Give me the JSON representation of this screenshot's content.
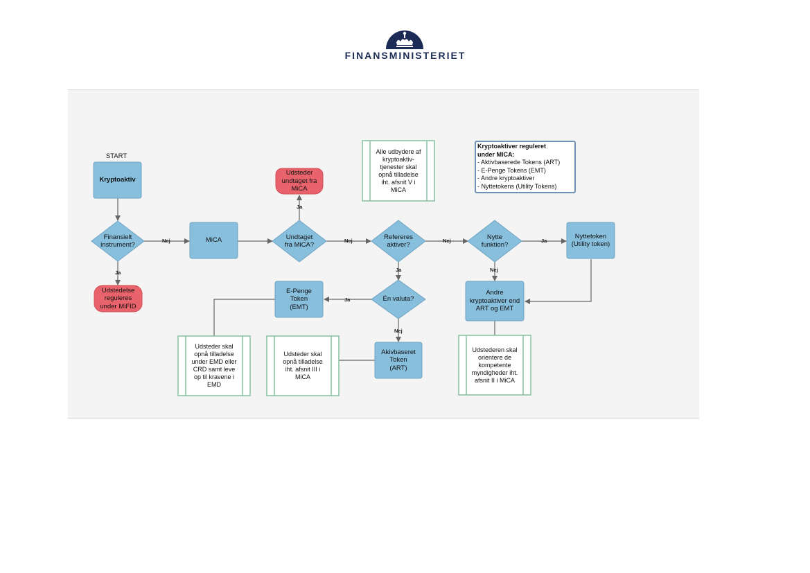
{
  "header": {
    "logo_text": "FINANSMINISTERIET"
  },
  "start_label": "START",
  "nodes": {
    "kryptoaktiv": "Kryptoaktiv",
    "finansielt_instrument": "Finansielt\ninstrument?",
    "mifid": "Udstedelse\nreguleres\nunder MiFID",
    "mica": "MiCA",
    "undtaget_q": "Undtaget\nfra MiCA?",
    "undtaget": "Udsteder\nundtaget fra\nMiCA",
    "refereres_q": "Refereres\naktiver?",
    "valuta_q": "Én valuta?",
    "nytte_q": "Nytte\nfunktion?",
    "nyttetoken": "Nyttetoken\n(Utility token)",
    "andre": "Andre\nkryptoaktiver end\nART og EMT",
    "emt": "E-Penge\nToken\n(EMT)",
    "art": "Akivbaseret\nToken\n(ART)"
  },
  "notes": {
    "casp": "Alle udbydere af\nkryptoaktiv-\ntjenester skal\nopnå tilladelse\niht. afsnit V i\nMiCA",
    "emd": "Udsteder skal\nopnå tilladelse\nunder EMD eller\nCRD samt leve\nop til kravene i\nEMD",
    "art_auth": "Udsteder skal\nopnå tilladelse\niht. afsnit III i\nMiCA",
    "other_notify": "Udstederen skal\norientere de\nkompetente\nmyndigheder iht.\nafsnit II i MiCA"
  },
  "legend": {
    "title": "Kryptoaktiver reguleret\nunder MICA:",
    "items": [
      "- Aktivbaserede Tokens (ART)",
      "- E-Penge Tokens (EMT)",
      "- Andre kryptoaktiver",
      "- Nyttetokens (Utility Tokens)"
    ]
  },
  "edge_labels": {
    "yes": "Ja",
    "no": "Nej"
  },
  "colors": {
    "box": "#87bfdd",
    "box_stroke": "#6fa3c2",
    "red": "#e8636c",
    "note_stroke": "#86c0a0",
    "arrow": "#666666",
    "canvas": "#f4f4f4",
    "navy": "#1c2b55"
  }
}
